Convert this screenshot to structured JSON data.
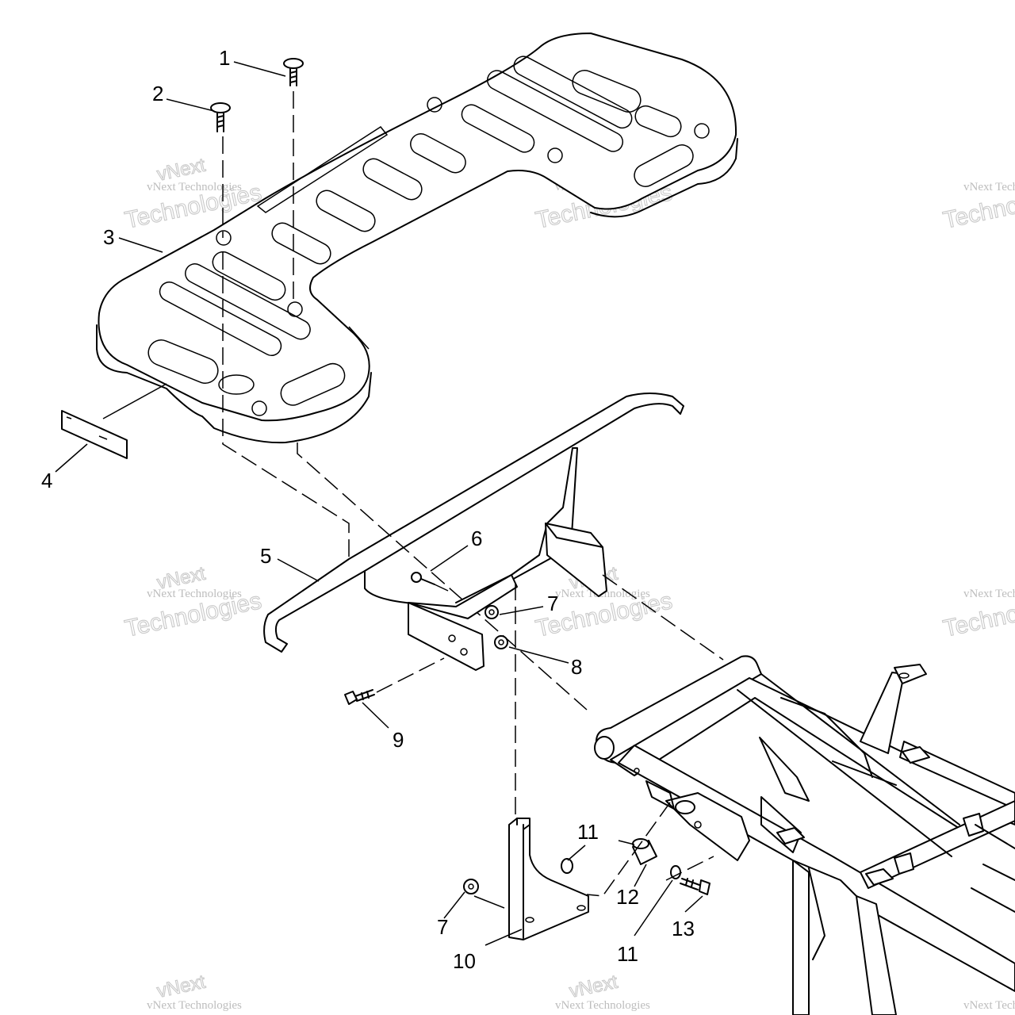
{
  "diagram": {
    "callouts": [
      {
        "id": "c1",
        "label": "1"
      },
      {
        "id": "c2",
        "label": "2"
      },
      {
        "id": "c3",
        "label": "3"
      },
      {
        "id": "c4",
        "label": "4"
      },
      {
        "id": "c5",
        "label": "5"
      },
      {
        "id": "c6",
        "label": "6"
      },
      {
        "id": "c7a",
        "label": "7"
      },
      {
        "id": "c8",
        "label": "8"
      },
      {
        "id": "c9",
        "label": "9"
      },
      {
        "id": "c10",
        "label": "10"
      },
      {
        "id": "c11a",
        "label": "11"
      },
      {
        "id": "c12",
        "label": "12"
      },
      {
        "id": "c11b",
        "label": "11"
      },
      {
        "id": "c13",
        "label": "13"
      },
      {
        "id": "c7b",
        "label": "7"
      }
    ]
  },
  "watermark": {
    "company": "vNext Technologies",
    "brand_line1": "vNext",
    "brand_line2": "Technologies"
  }
}
